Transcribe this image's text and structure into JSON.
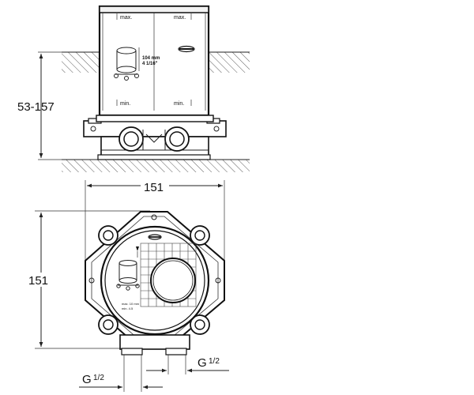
{
  "side_view": {
    "dim_height": "53-157",
    "max_left": "max.",
    "max_right": "max.",
    "min_left": "min.",
    "min_right": "min.",
    "size_line1": "104 mm",
    "size_line2": "4 1/16\""
  },
  "top_view": {
    "dim_width": "151",
    "dim_height": "151",
    "label_max": "max. 10 mm",
    "label_min": "min. 4.5",
    "thread_left": "G",
    "thread_left_frac": "1/2",
    "thread_right": "G",
    "thread_right_frac": "1/2"
  }
}
